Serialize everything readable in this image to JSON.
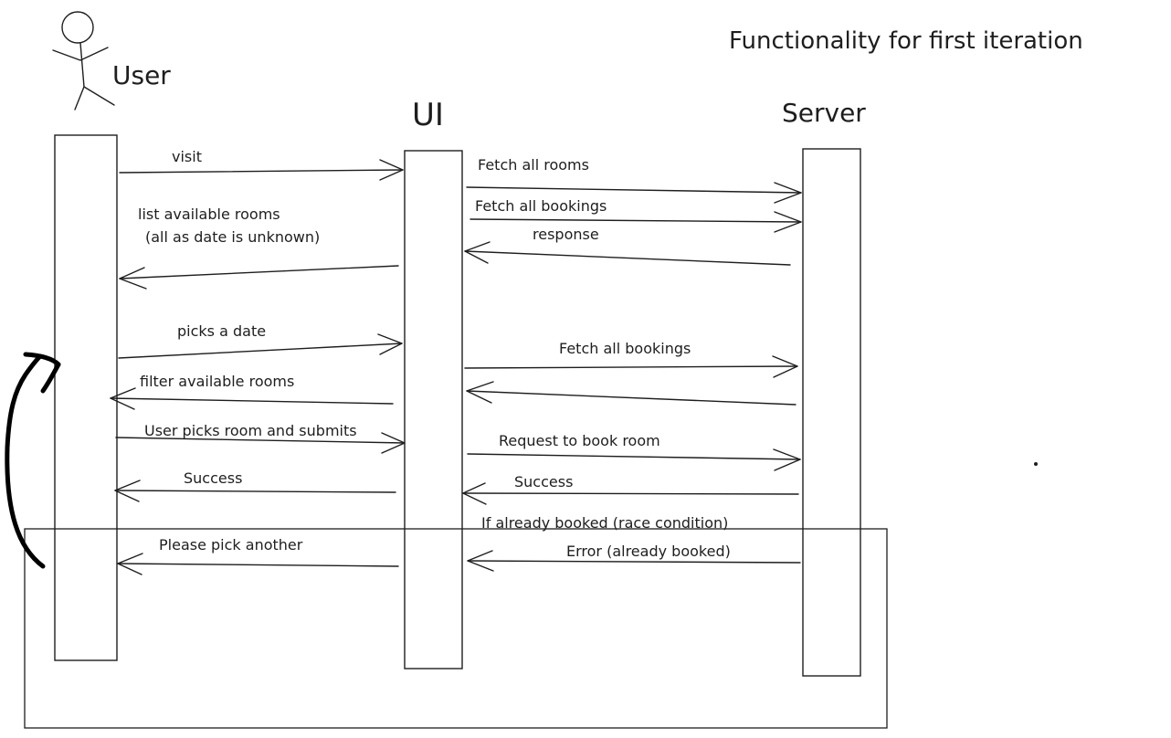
{
  "title": "Functionality for first iteration",
  "actor": {
    "label": "User",
    "icon": "stick-figure-icon"
  },
  "participants": [
    {
      "id": "user",
      "label": ""
    },
    {
      "id": "ui",
      "label": "UI"
    },
    {
      "id": "server",
      "label": "Server"
    }
  ],
  "messages": [
    {
      "id": "visit",
      "from": "user",
      "to": "ui",
      "label": "visit"
    },
    {
      "id": "fetch-rooms",
      "from": "ui",
      "to": "server",
      "label": "Fetch all rooms"
    },
    {
      "id": "fetch-bookings-1",
      "from": "ui",
      "to": "server",
      "label": "Fetch all bookings"
    },
    {
      "id": "response",
      "from": "server",
      "to": "ui",
      "label": "response"
    },
    {
      "id": "list-rooms",
      "from": "ui",
      "to": "user",
      "label": "list available rooms\n(all as date is unknown)"
    },
    {
      "id": "picks-date",
      "from": "user",
      "to": "ui",
      "label": "picks a date"
    },
    {
      "id": "fetch-bookings-2",
      "from": "ui",
      "to": "server",
      "label": "Fetch all bookings"
    },
    {
      "id": "bookings-return",
      "from": "server",
      "to": "ui",
      "label": ""
    },
    {
      "id": "filter-rooms",
      "from": "ui",
      "to": "user",
      "label": "filter available rooms"
    },
    {
      "id": "picks-room",
      "from": "user",
      "to": "ui",
      "label": "User picks room and submits"
    },
    {
      "id": "request-book",
      "from": "ui",
      "to": "server",
      "label": "Request to book room"
    },
    {
      "id": "success-server",
      "from": "server",
      "to": "ui",
      "label": "Success"
    },
    {
      "id": "success-ui",
      "from": "ui",
      "to": "user",
      "label": "Success"
    },
    {
      "id": "error-booked",
      "from": "server",
      "to": "ui",
      "label": "Error (already booked)"
    },
    {
      "id": "pick-another",
      "from": "ui",
      "to": "user",
      "label": "Please pick another"
    }
  ],
  "frame": {
    "label": "If already booked (race condition)"
  },
  "loop_arrow": {
    "icon": "loop-back-arrow-icon"
  }
}
